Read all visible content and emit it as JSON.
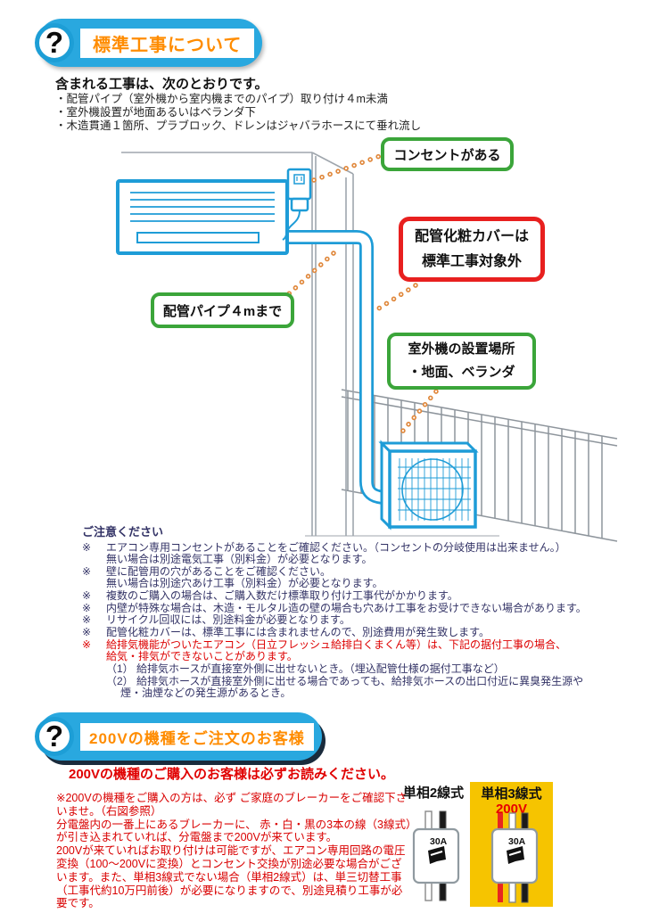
{
  "colors": {
    "header_blue": "#29A8DF",
    "header_ring_blue": "#1D9ED6",
    "title_orange": "#FF8C00",
    "diagram_line_blue": "#1E9CD7",
    "label_green": "#3BA53A",
    "label_red": "#E8201F",
    "note_navy": "#333366",
    "alert_red": "#DD0000",
    "panel_yellow": "#F6C400",
    "dot_orange": "#E0883C",
    "wire_red": "#E8261F",
    "wire_white": "#FFFFFF",
    "wire_black": "#1A1A1A"
  },
  "section1": {
    "header": {
      "icon": "?",
      "title": "標準工事について"
    },
    "intro": {
      "title": "含まれる工事は、次のとおりです。",
      "items": [
        "・配管パイプ（室外機から室内機までのパイプ）取り付け４m未満",
        "・室外機設置が地面あるいはベランダ下",
        "・木造貫通１箇所、プラブロック、ドレンはジャバラホースにて垂れ流し"
      ]
    },
    "labels": {
      "outlet": "コンセントがある",
      "cover1": "配管化粧カバーは",
      "cover2": "標準工事対象外",
      "pipe": "配管パイプ４mまで",
      "outdoor1": "室外機の設置場所",
      "outdoor2": "・地面、ベランダ"
    },
    "notes": {
      "title": "ご注意ください",
      "items": [
        {
          "marker": "※",
          "l1": "エアコン専用コンセントがあることをご確認ください。（コンセントの分岐使用は出来ません。）",
          "l2": "無い場合は別途電気工事（別料金）が必要となります。"
        },
        {
          "marker": "※",
          "l1": "壁に配管用の穴があることをご確認ください。",
          "l2": "無い場合は別途穴あけ工事（別料金）が必要となります。"
        },
        {
          "marker": "※",
          "l1": "複数のご購入の場合は、ご購入数だけ標準取り付け工事代がかかります。"
        },
        {
          "marker": "※",
          "l1": "内壁が特殊な場合は、木造・モルタル造の壁の場合も穴あけ工事をお受けできない場合があります。"
        },
        {
          "marker": "※",
          "l1": "リサイクル回収には、別途料金が必要となります。"
        },
        {
          "marker": "※",
          "l1": "配管化粧カバーは、標準工事には含まれませんので、別途費用が発生致します。"
        },
        {
          "marker": "※",
          "l1": "給排気機能がついたエアコン（日立フレッシュ給排白くまくん等）は、下記の据付工事の場合、",
          "l2": "給気・排気ができないことがあります。"
        },
        {
          "marker": "",
          "l1": "（1） 給排気ホースが直接室外側に出せないとき。（埋込配管仕様の据付工事など）"
        },
        {
          "marker": "",
          "l1": "（2） 給排気ホースが直接室外側に出せる場合であっても、給排気ホースの出口付近に異臭発生源や",
          "l2": "煙・油煙などの発生源があるとき。"
        }
      ]
    }
  },
  "section2": {
    "header": {
      "icon": "?",
      "title": "200Vの機種をご注文のお客様"
    },
    "lead": "200Vの機種のご購入のお客様は必ずお読みください。",
    "paragraphs": [
      "※200Vの機種をご購入の方は、必ず ご家庭のブレーカーをご確認下さいませ。（右図参照）",
      "分電盤内の一番上にあるブレーカーに、 赤・白・黒の3本の線（3線式）が引き込まれていれば、分電盤まで200Vが来ています。",
      "200Vが来ていればお取り付けは可能ですが、エアコン専用回路の電圧変換（100～200Vに変換）とコンセント交換が別途必要な場合がございます。また、単相3線式でない場合（単相2線式）は、単三切替工事（工事代約10万円前後）が必要になりますので、別途見積り工事が必要です。"
    ],
    "figure": {
      "left_title": "単相2線式",
      "right_title": "単相3線式",
      "right_voltage": "200V",
      "breaker_amp": "30A"
    }
  }
}
